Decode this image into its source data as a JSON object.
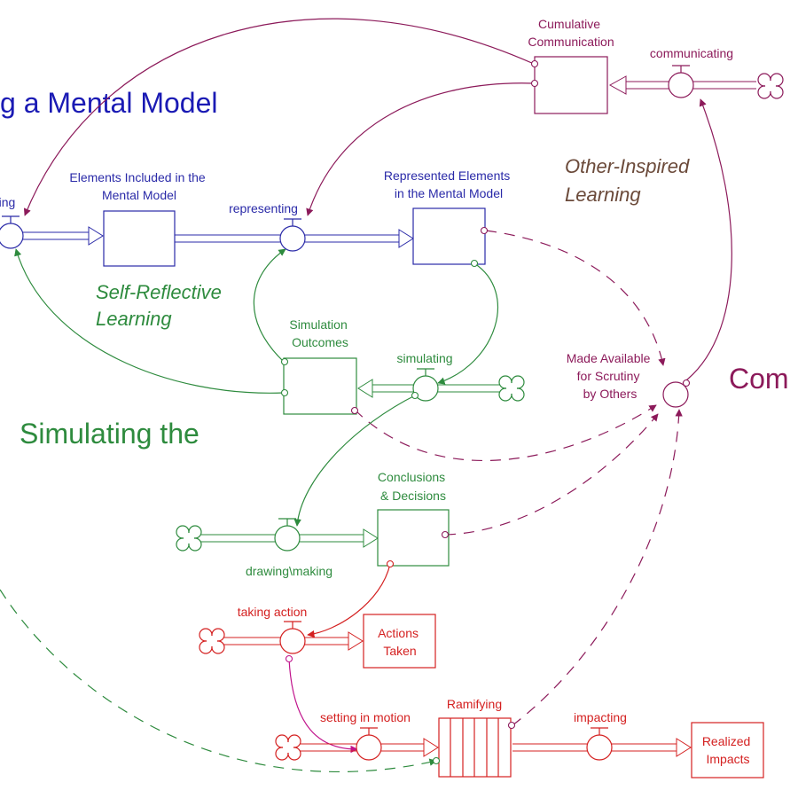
{
  "colors": {
    "mental": "#2a2aa8",
    "model_label": "#1a1ab4",
    "green": "#2e8b3e",
    "maroon": "#8c1a5a",
    "brown": "#6b4a3a",
    "red": "#d42020"
  },
  "headings": {
    "mental_model": "g a Mental Model",
    "simulating": "Simulating the",
    "communicating": "Com"
  },
  "loop_labels": {
    "self_reflective": [
      "Self-Reflective",
      "Learning"
    ],
    "other_inspired": [
      "Other-Inspired",
      "Learning"
    ]
  },
  "stocks": {
    "cumulative_communication": [
      "Cumulative",
      "Communication"
    ],
    "elements_included": [
      "Elements Included in the",
      "Mental Model"
    ],
    "represented_elements": [
      "Represented Elements",
      "in the Mental Model"
    ],
    "simulation_outcomes": [
      "Simulation",
      "Outcomes"
    ],
    "conclusions_decisions": [
      "Conclusions",
      "& Decisions"
    ],
    "actions_taken": [
      "Actions",
      "Taken"
    ],
    "ramifying": "Ramifying",
    "realized_impacts": [
      "Realized",
      "Impacts"
    ]
  },
  "flows": {
    "left_partial": "ing",
    "communicating": "communicating",
    "representing": "representing",
    "simulating": "simulating",
    "drawing_making": "drawing\\making",
    "taking_action": "taking action",
    "setting_in_motion": "setting in motion",
    "impacting": "impacting"
  },
  "auxiliaries": {
    "made_available": [
      "Made Available",
      "for Scrutiny",
      "by Others"
    ]
  }
}
